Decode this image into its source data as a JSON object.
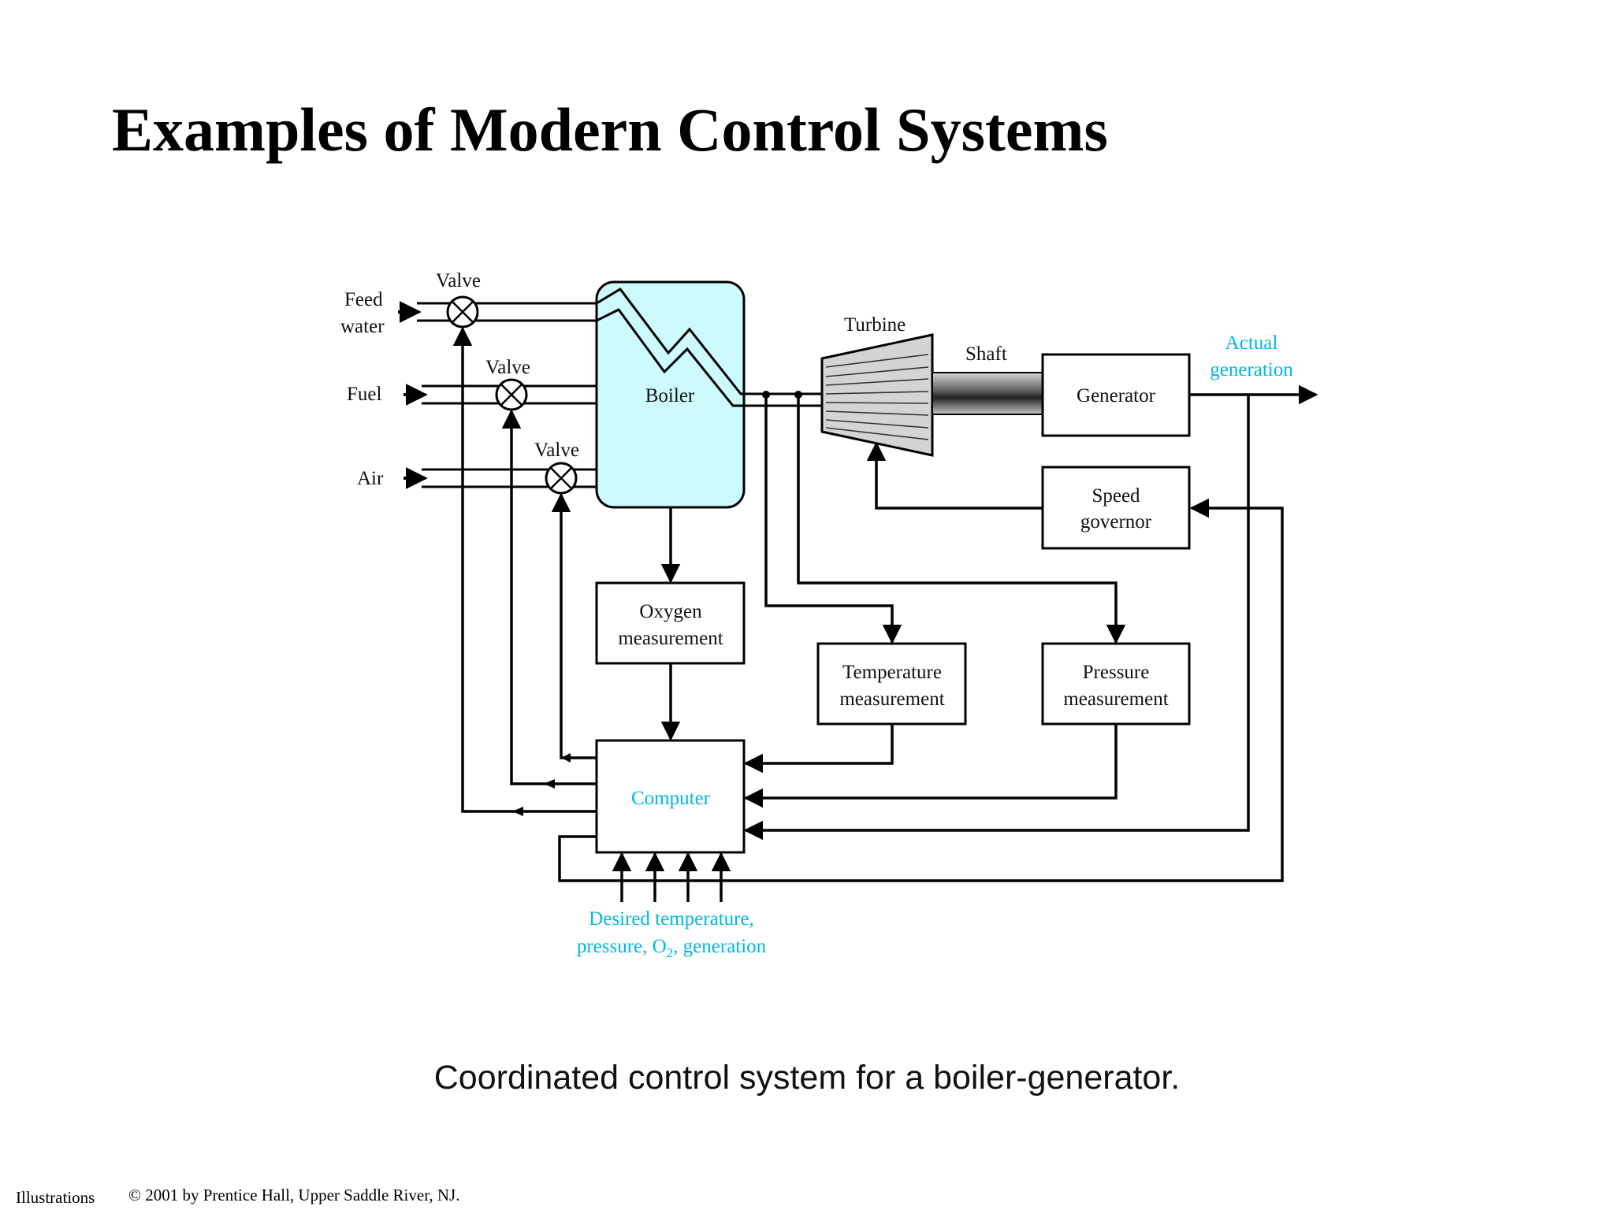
{
  "slide": {
    "title": "Examples of Modern Control Systems",
    "caption": "Coordinated control system for a boiler-generator.",
    "footer_left": "Illustrations",
    "footer_copyright": "© 2001 by Prentice Hall, Upper Saddle River, NJ."
  },
  "diagram": {
    "inputs": {
      "feed_water_line1": "Feed",
      "feed_water_line2": "water",
      "fuel": "Fuel",
      "air": "Air"
    },
    "valve_label": "Valve",
    "boiler": "Boiler",
    "turbine": "Turbine",
    "shaft": "Shaft",
    "generator": "Generator",
    "actual_generation_line1": "Actual",
    "actual_generation_line2": "generation",
    "speed_governor_line1": "Speed",
    "speed_governor_line2": "governor",
    "oxygen_line1": "Oxygen",
    "oxygen_line2": "measurement",
    "temperature_line1": "Temperature",
    "temperature_line2": "measurement",
    "pressure_line1": "Pressure",
    "pressure_line2": "measurement",
    "computer": "Computer",
    "setpoints_line1": "Desired temperature,",
    "setpoints_line2_a": "pressure, O",
    "setpoints_line2_sub": "2",
    "setpoints_line2_b": ", generation"
  },
  "colors": {
    "boiler_fill": "#ccfafd",
    "accent_text": "#00b7e6"
  }
}
